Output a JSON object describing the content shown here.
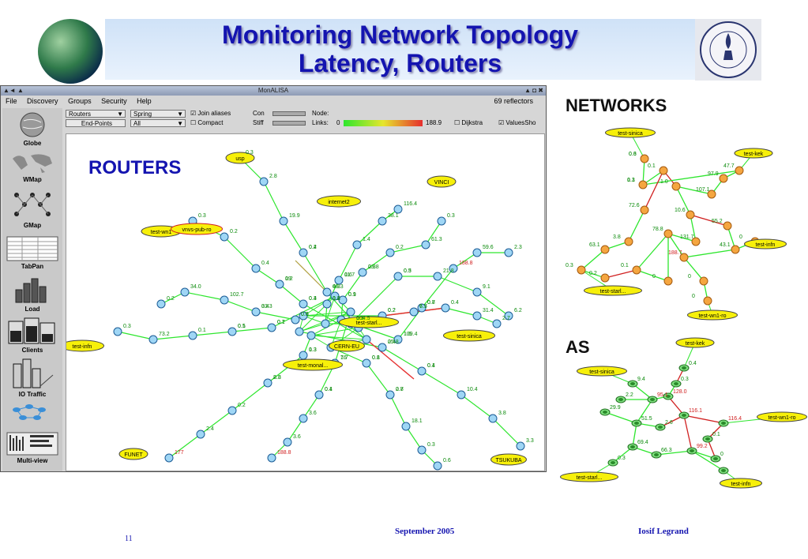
{
  "slide": {
    "title_line1": "Monitoring Network Topology",
    "title_line2": "Latency, Routers",
    "routers_label": "ROUTERS",
    "networks_label": "NETWORKS",
    "as_label": "AS",
    "footer_date": "September   2005",
    "footer_author": "Iosif Legrand",
    "page_number": "11",
    "accent_color": "#1414b0"
  },
  "window": {
    "title": "MonALISA",
    "controls_left": "▲◄ ▲",
    "controls_right": "▲ ◘ ✖",
    "menu": [
      "File",
      "Discovery",
      "Groups",
      "Security",
      "Help"
    ],
    "reflectors": "69 reflectors"
  },
  "sidebar": [
    {
      "label": "Globe",
      "icon": "globe-icon"
    },
    {
      "label": "WMap",
      "icon": "world-map-icon"
    },
    {
      "label": "GMap",
      "icon": "graph-map-icon"
    },
    {
      "label": "TabPan",
      "icon": "table-icon"
    },
    {
      "label": "Load",
      "icon": "load-bars-icon"
    },
    {
      "label": "Clients",
      "icon": "clients-icon"
    },
    {
      "label": "IO Traffic",
      "icon": "io-traffic-icon"
    },
    {
      "label": "",
      "icon": "as-map-icon"
    },
    {
      "label": "Multi-view",
      "icon": "multi-view-icon"
    }
  ],
  "controls": {
    "view_select_1": "Routers",
    "view_select_2": "End-Points",
    "layout_select_1": "Spring",
    "layout_select_2": "All",
    "join_aliases_label": "Join aliases",
    "join_aliases_checked": true,
    "compact_label": "Compact",
    "compact_checked": false,
    "con_label": "Con",
    "stiff_label": "Stiff",
    "node_label": "Node:",
    "links_label": "Links:",
    "links_min": "0",
    "links_max": "188.9",
    "dijkstra_label": "Dijkstra",
    "dijkstra_checked": false,
    "values_show_label": "ValuesSho",
    "values_show_checked": true
  },
  "routers_graph": {
    "node_labels": [
      "usp",
      "internet2",
      "VINCI",
      "test-wn1",
      "vnvs-pub-ro",
      "test-starl...",
      "test-sinica",
      "CERN-EU",
      "test-monal...",
      "test-infn",
      "FUNET",
      "test-kek",
      "TSUKUBA"
    ],
    "link_values": [
      "0.2",
      "0.9",
      "0.2",
      "0.3",
      "0.7",
      "0.3",
      "7.7",
      "0.1",
      "0.4",
      "0.3",
      "104.5",
      "109.4",
      "0.6",
      "11.7",
      "23.8",
      "7.5",
      "19",
      "0.5",
      "8.3",
      "0.4",
      "2.7",
      "0.1",
      "0.4",
      "0.5",
      "0.8",
      "0.4",
      "1.4",
      "0.2",
      "0.4",
      "0.4",
      "0.1",
      "0.2",
      "3.6",
      "18.1",
      "10.4",
      "19.9",
      "21.8",
      "188.8",
      "102.7",
      "38.1",
      "61.3",
      "31.4",
      "0.2",
      "73.2",
      "2.4",
      "3.6",
      "0.3",
      "3.8",
      "2.8",
      "9.1",
      "59.6",
      "34.0",
      "116.4",
      "0.3",
      "2.7",
      "0.3",
      "0.3",
      "177",
      "188.8",
      "0.6",
      "3.3",
      "0.3",
      "6.2",
      "2.3",
      "0.2",
      "1.8",
      "0.1",
      "0.2",
      "0.4",
      "0.1",
      "1.3",
      "16",
      "0.8",
      "25.8",
      "48.3",
      "0.3",
      "1.6",
      "0.9",
      "0.6",
      "0.3",
      "6.7",
      "0.2",
      "0.1",
      "2.8",
      "0.1",
      "0.8",
      "0.4",
      "0.2",
      "0.3",
      "0.7",
      "33.3"
    ]
  },
  "networks_graph": {
    "node_labels": [
      "test-sinica",
      "test-kek",
      "test-infn",
      "test-starl...",
      "test-wn1-ro"
    ],
    "link_values": [
      "0.6",
      "0.1",
      "0.1",
      "1.0",
      "10.6",
      "131.7",
      "78.8",
      "188.7",
      "107.1",
      "97.9",
      "47.7",
      "55.2",
      "43.1",
      "72.6",
      "3.8",
      "63.1",
      "0.3",
      "0.2",
      "0.1",
      "0",
      "0",
      "0",
      "0",
      "0.3",
      "1.3"
    ]
  },
  "as_graph": {
    "node_labels": [
      "test-kek",
      "test-sinica",
      "test-wn1-ro",
      "test-starl...",
      "test-infn"
    ],
    "link_values": [
      "0.4",
      "0.3",
      "9.4",
      "2.2",
      "29.9",
      "95.1",
      "128.0",
      "116.1",
      "2.6",
      "51.5",
      "69.4",
      "66.3",
      "99.2",
      "116.4",
      "0.1",
      "0",
      "0.3"
    ]
  }
}
